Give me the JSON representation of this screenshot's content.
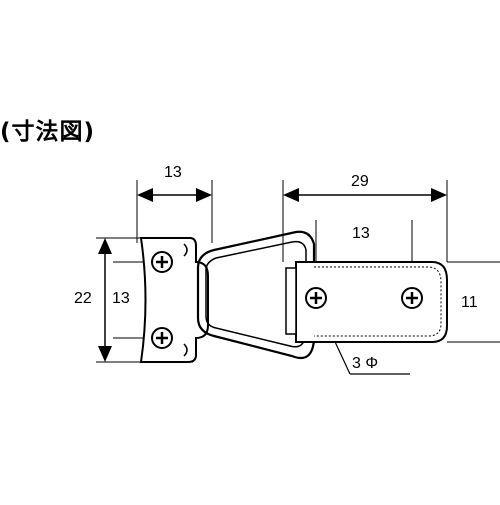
{
  "title": "(寸法図)",
  "dimensions": {
    "plate_width": "13",
    "total_length": "29",
    "hole_pitch_top": "13",
    "height_total": "22",
    "hole_pitch_vertical": "13",
    "strap_height": "11",
    "hole_diameter": "3 Φ"
  }
}
